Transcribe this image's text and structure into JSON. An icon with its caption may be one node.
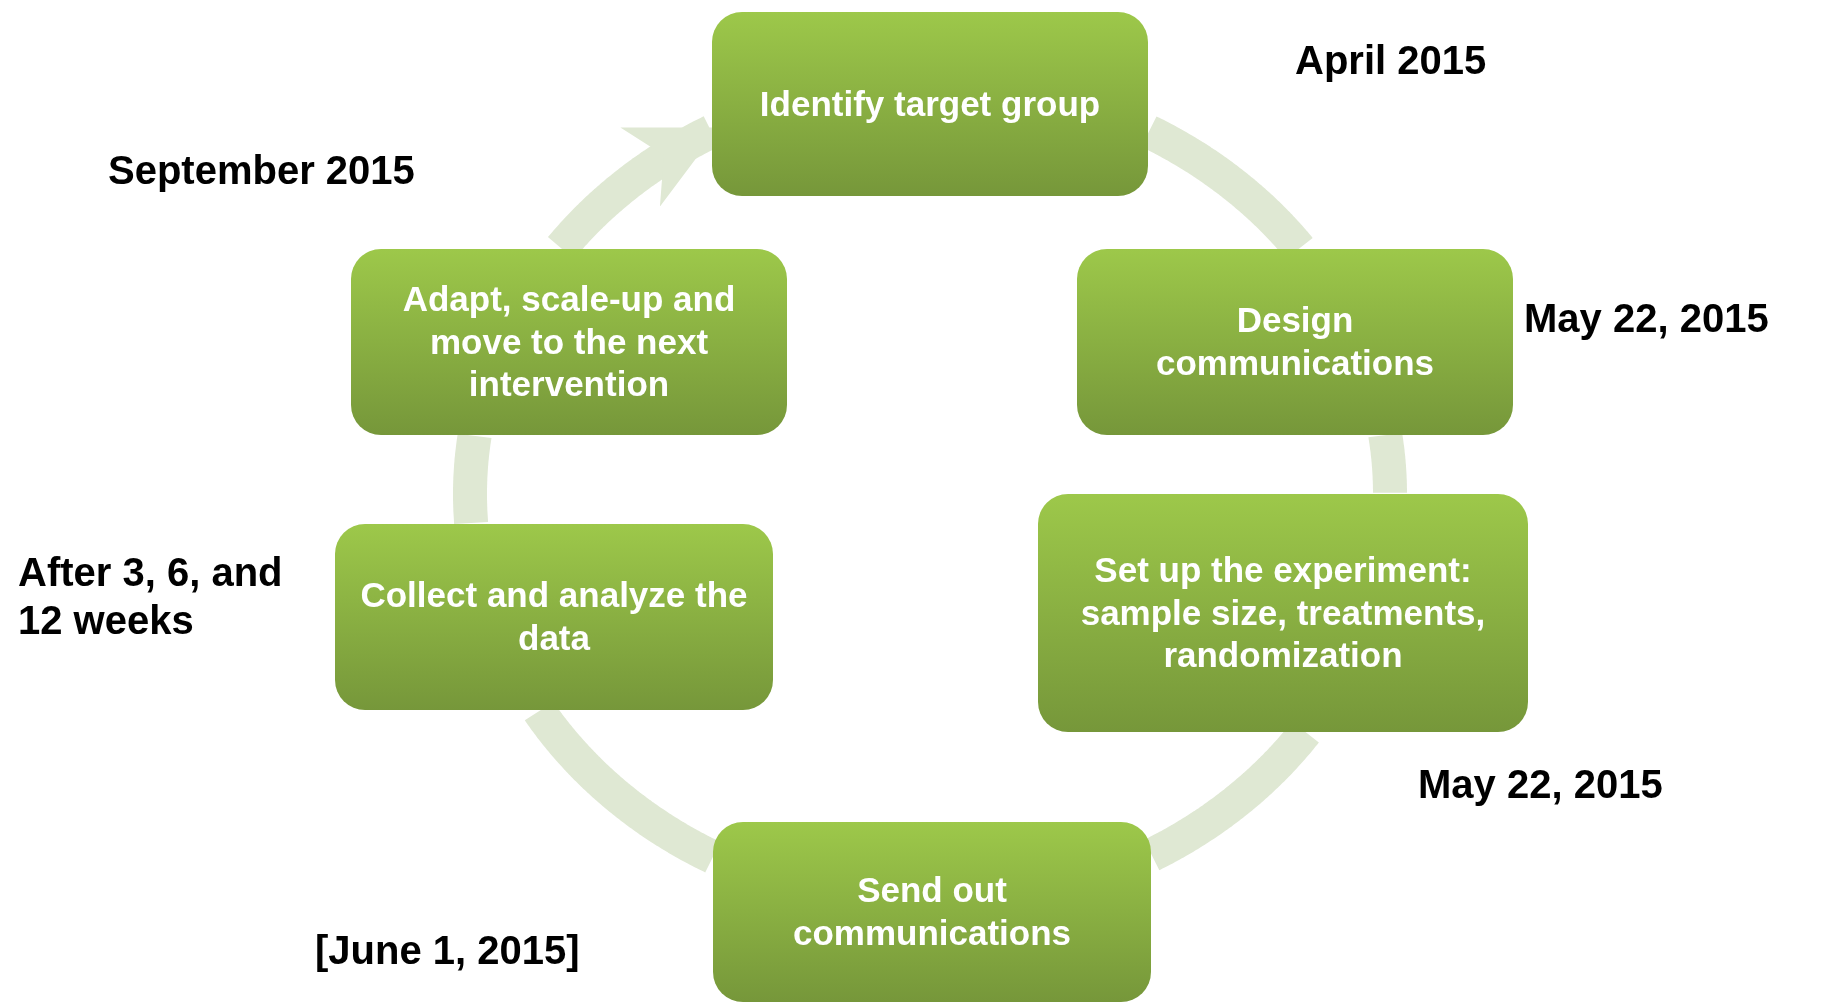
{
  "diagram": {
    "nodes": [
      {
        "text": [
          "Identify target group"
        ],
        "beside": [
          "April 2015"
        ]
      },
      {
        "text": [
          "Design communications"
        ],
        "beside": [
          "May 22, 2015"
        ]
      },
      {
        "text": [
          "Set up the experiment: sample size, treatments, randomization"
        ],
        "beside": [
          "May 22, 2015"
        ]
      },
      {
        "text": [
          "Send out communications"
        ],
        "beside": [
          "[June 1, 2015]"
        ]
      },
      {
        "text": [
          "Collect and analyze the data"
        ],
        "beside": [
          "After 3, 6, and 12 weeks"
        ]
      },
      {
        "text": [
          "Adapt, scale-up and move to the next intervention"
        ],
        "beside": [
          "September 2015"
        ]
      }
    ],
    "edges": [
      {
        "from": 0,
        "to": 1,
        "arrow": "none"
      },
      {
        "from": 1,
        "to": 2,
        "arrow": "none"
      },
      {
        "from": 2,
        "to": 3,
        "arrow": "none"
      },
      {
        "from": 3,
        "to": 4,
        "arrow": "none"
      },
      {
        "from": 4,
        "to": 5,
        "arrow": "none"
      },
      {
        "from": 5,
        "to": 0,
        "arrow": "to"
      }
    ]
  }
}
